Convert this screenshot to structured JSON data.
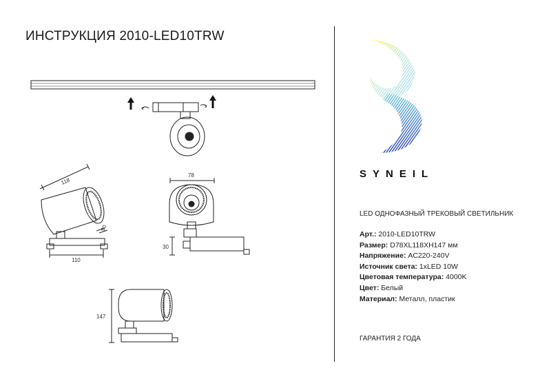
{
  "header": {
    "title": "ИНСТРУКЦИЯ 2010-LED10TRW"
  },
  "brand": {
    "name": "SYNEIL"
  },
  "product": {
    "description": "LED ОДНОФАЗНЫЙ ТРЕКОВЫЙ СВЕТИЛЬНИК"
  },
  "specs": [
    {
      "key": "Арт.:",
      "value": " 2010-LED10TRW"
    },
    {
      "key": "Размер:",
      "value": " D78XL118XH147 мм"
    },
    {
      "key": "Напряжение:",
      "value": " AC220-240V"
    },
    {
      "key": "Источник света:",
      "value": " 1xLED 10W"
    },
    {
      "key": "Цветовая температура:",
      "value": " 4000K"
    },
    {
      "key": "Цвет:",
      "value": " Белый"
    },
    {
      "key": "Материал:",
      "value": " Металл, пластик"
    }
  ],
  "warranty": "ГАРАНТИЯ 2 ГОДА",
  "dimensions": {
    "length": "118",
    "angle": "90",
    "width": "110",
    "diameter": "78",
    "mount_height": "30",
    "height": "147"
  }
}
